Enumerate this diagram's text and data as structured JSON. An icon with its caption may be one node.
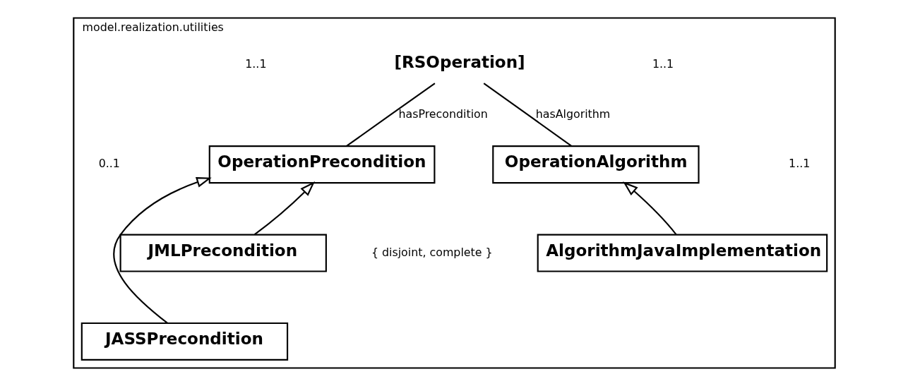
{
  "diagram": {
    "nodes": [
      {
        "text": [
          "model.realization.utilities"
        ]
      },
      {
        "text": [
          "[RSOperation]"
        ],
        "in": 0
      },
      {
        "text": [
          "OperationPrecondition"
        ],
        "in": 0
      },
      {
        "text": [
          "OperationAlgorithm"
        ],
        "in": 0
      },
      {
        "text": [
          "JASSPrecondition"
        ],
        "in": 0
      },
      {
        "text": [
          "JMLPrecondition"
        ],
        "in": 0
      },
      {
        "text": [
          "AlgorithmJavaImplementation"
        ],
        "in": 0
      }
    ],
    "edges": [
      {
        "from": 1,
        "to": 2,
        "arrow": "none",
        "label": "hasPrecondition"
      },
      {
        "from": 1,
        "to": 3,
        "arrow": "none",
        "label": "hasAlgorithm"
      },
      {
        "from": 4,
        "to": 2,
        "arrow": "to"
      },
      {
        "from": 5,
        "to": 2,
        "arrow": "to"
      },
      {
        "from": 6,
        "to": 3,
        "arrow": "to"
      }
    ],
    "labels": [
      "1..1",
      "1..1",
      "0..1",
      "1..1",
      "{ disjoint, complete }"
    ]
  }
}
